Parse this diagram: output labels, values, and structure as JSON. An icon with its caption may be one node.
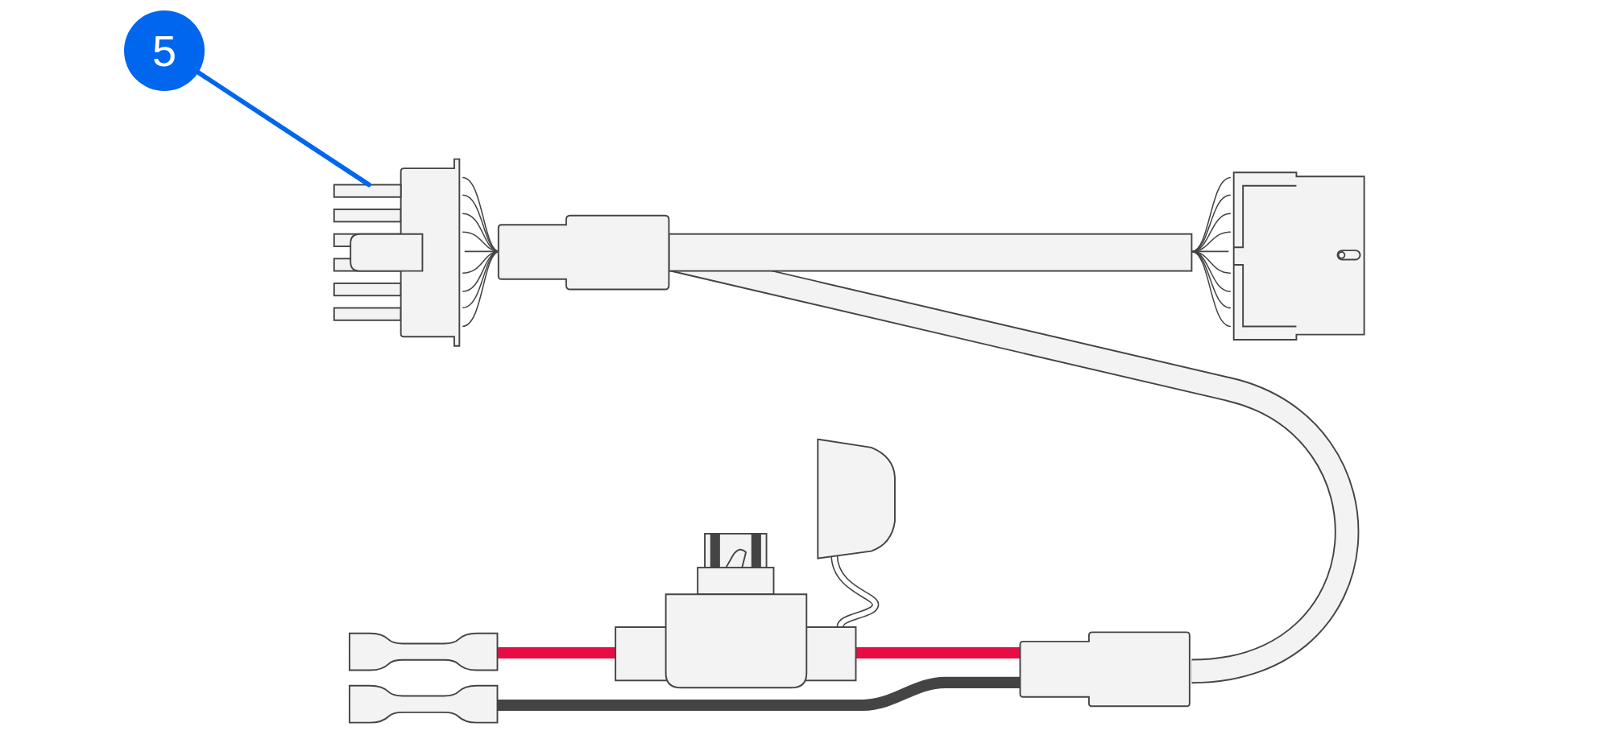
{
  "diagram": {
    "nodes": [
      {
        "text": [
          "5"
        ]
      },
      {
        "text": [],
        "shape": "box"
      }
    ],
    "edges": [
      {
        "from": 0,
        "to": 1,
        "arrow": "none"
      }
    ]
  }
}
